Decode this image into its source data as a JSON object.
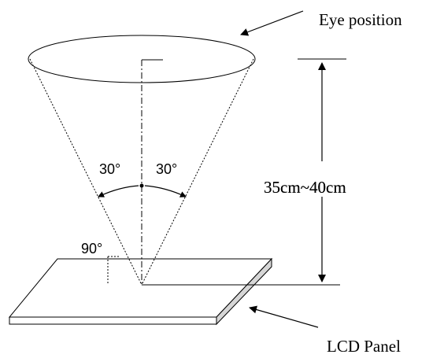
{
  "labels": {
    "eye_position": "Eye position",
    "lcd_panel": "LCD Panel",
    "distance": "35cm~40cm",
    "angle_left": "30°",
    "angle_right": "30°",
    "angle_right_angle": "90°"
  }
}
